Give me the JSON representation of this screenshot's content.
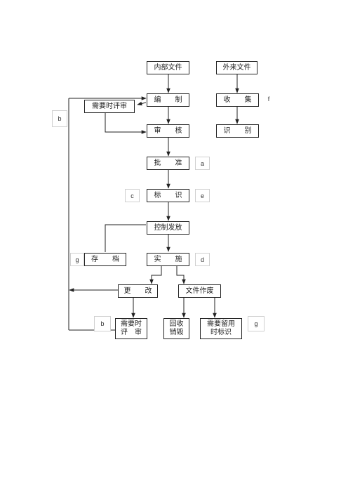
{
  "flowchart": {
    "internal_doc": "内部文件",
    "external_doc": "外来文件",
    "draft": "编　　制",
    "collect": "收　　集",
    "need_review_top": "需要时评审",
    "audit": "审　　核",
    "identify_ext": "识　　别",
    "approve": "批　　准",
    "mark": "标　　识",
    "control_issue": "控制发放",
    "archive": "存　　档",
    "implement": "实　　施",
    "change": "更　　改",
    "obsolete": "文件作废",
    "need_review_bottom": "需要时\n评　审",
    "recycle_destroy": "回收\n销毁",
    "retain_mark": "需要留用\n时标识"
  },
  "tags": {
    "b_left": "b",
    "f": "f",
    "a": "a",
    "c": "c",
    "e": "e",
    "g_left": "g",
    "d": "d",
    "b_bottom": "b",
    "g_right": "g"
  }
}
